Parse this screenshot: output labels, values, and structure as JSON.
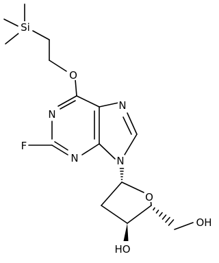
{
  "atoms": {
    "si": "Si",
    "o_ether": "O",
    "n1": "N",
    "n3": "N",
    "n7": "N",
    "n9": "N",
    "f": "F",
    "o_ring": "O",
    "oh_primary": "OH",
    "ho_secondary": "HO"
  },
  "colors": {
    "bond": "#000000",
    "label": "#000000",
    "background": "#ffffff"
  }
}
